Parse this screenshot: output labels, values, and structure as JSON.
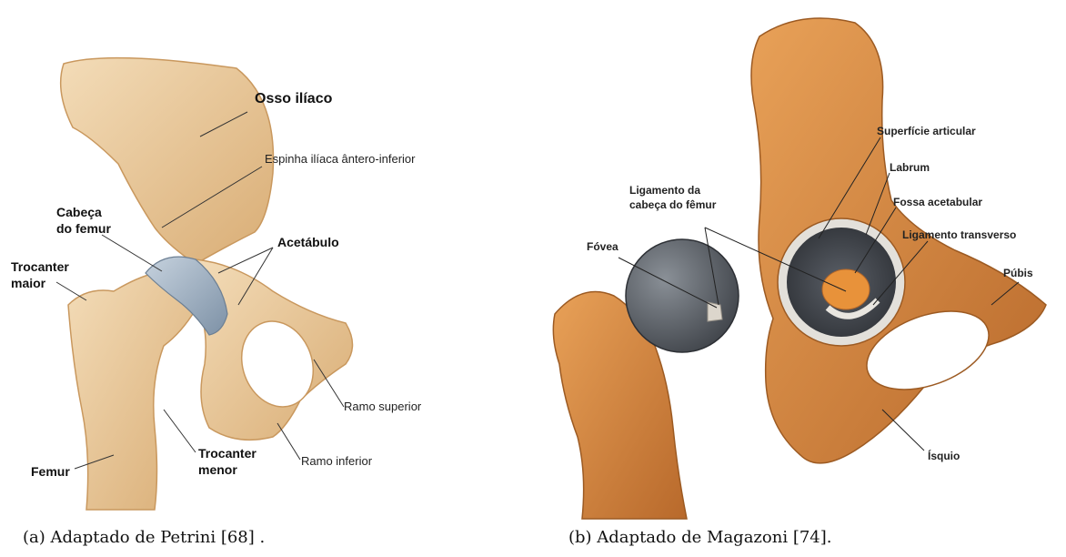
{
  "panel_a": {
    "labels": {
      "osso_iliaco": "Osso ilíaco",
      "espinha": "Espinha ilíaca ântero-inferior",
      "cabeca_l1": "Cabeça",
      "cabeca_l2": "do femur",
      "acetabulo": "Acetábulo",
      "trocanter_maior_l1": "Trocanter",
      "trocanter_maior_l2": "maior",
      "ramo_superior": "Ramo superior",
      "trocanter_menor_l1": "Trocanter",
      "trocanter_menor_l2": "menor",
      "ramo_inferior": "Ramo inferior",
      "femur": "Femur"
    },
    "caption": "(a) Adaptado de Petrini [68] ."
  },
  "panel_b": {
    "labels": {
      "superficie": "Superfície articular",
      "labrum": "Labrum",
      "fossa": "Fossa acetabular",
      "ligamento_transverso": "Ligamento transverso",
      "ligamento_cabeca_l1": "Ligamento da",
      "ligamento_cabeca_l2": "cabeça do fêmur",
      "fovea": "Fóvea",
      "pubis": "Púbis",
      "isquio": "Ísquio"
    },
    "caption": "(b) Adaptado de Magazoni [74]."
  },
  "colors": {
    "bone_a": "#e9c79a",
    "bone_a_shade": "#d6a870",
    "cartilage": "#9fb0c2",
    "bone_b": "#d38a3c",
    "bone_b_shade": "#b0662a",
    "femoral_head_b": "#5a5f66"
  }
}
